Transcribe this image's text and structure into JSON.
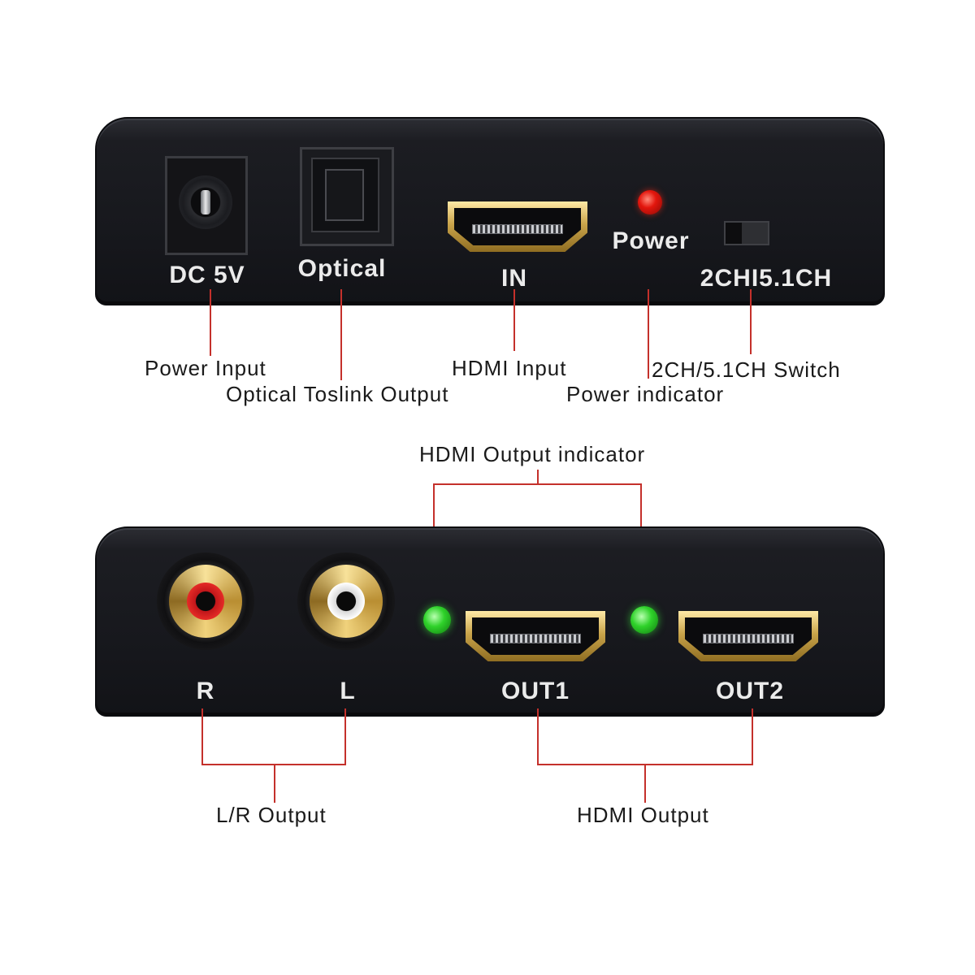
{
  "top_panel": {
    "dc_label": "DC 5V",
    "optical_label": "Optical",
    "hdmi_in_label": "IN",
    "power_label": "Power",
    "switch_label": "2CHI5.1CH"
  },
  "bottom_panel": {
    "r_label": "R",
    "l_label": "L",
    "out1_label": "OUT1",
    "out2_label": "OUT2"
  },
  "callouts": {
    "power_input": "Power Input",
    "optical_output": "Optical Toslink Output",
    "hdmi_input": "HDMI  Input",
    "power_indicator": "Power indicator",
    "switch": "2CH/5.1CH Switch",
    "hdmi_output_indicator": "HDMI Output indicator",
    "lr_output": "L/R Output",
    "hdmi_output": "HDMI Output"
  },
  "colors": {
    "callout_line": "#c4302b",
    "power_led": "#e3160d",
    "output_led": "#2fd22a",
    "device_body": "#17181d"
  }
}
